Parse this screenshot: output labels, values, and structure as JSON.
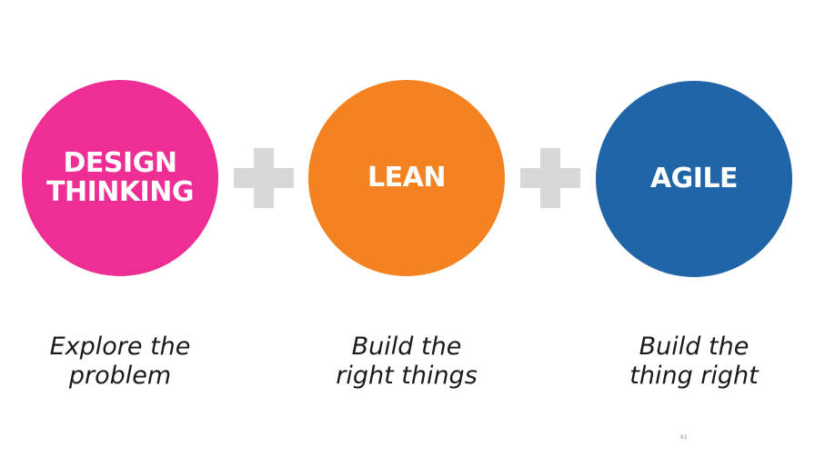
{
  "slide": {
    "items": [
      {
        "label": "DESIGN\nTHINKING",
        "color": "#ee2e94",
        "caption": "Explore the\nproblem"
      },
      {
        "label": "LEAN",
        "color": "#f58220",
        "caption": "Build the\nright things"
      },
      {
        "label": "AGILE",
        "color": "#1f65a8",
        "caption": "Build the\nthing right"
      }
    ],
    "separator_icon": "plus-icon",
    "separator_color": "#d8d8d8",
    "page_number": "61"
  }
}
